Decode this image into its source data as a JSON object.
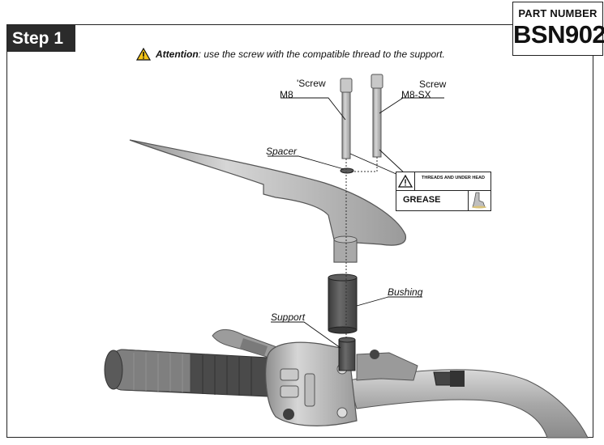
{
  "header": {
    "step_label": "Step 1",
    "part_number_label": "PART NUMBER",
    "part_number_value": "BSN902"
  },
  "attention": {
    "prefix": "Attention",
    "text": ": use the screw with the compatible thread to the support."
  },
  "callouts": {
    "screw_left": "'Screw",
    "screw_left_size": "M8",
    "screw_right": "Screw",
    "screw_right_size": "M8-SX",
    "spacer": "Spacer",
    "bushing": "Bushing",
    "support": "Support"
  },
  "grease_label": {
    "threads_text": "THREADS AND UNDER HEAD",
    "grease_text": "GREASE"
  },
  "colors": {
    "frame": "#222222",
    "tab_bg": "#2b2b2b",
    "warning_yellow": "#f5c518"
  }
}
